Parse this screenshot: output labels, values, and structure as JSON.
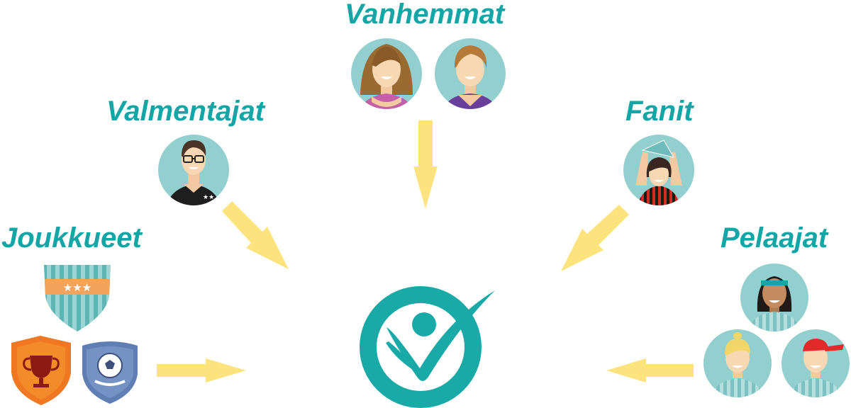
{
  "colors": {
    "label": "#14a6a6",
    "arrow": "#fde37e",
    "avatar_bg": "#93cfcf",
    "logo": "#19a9a6"
  },
  "groups": {
    "parents": {
      "label": "Vanhemmat"
    },
    "coaches": {
      "label": "Valmentajat"
    },
    "fans": {
      "label": "Fanit"
    },
    "teams": {
      "label": "Joukkueet"
    },
    "players": {
      "label": "Pelaajat"
    }
  },
  "icons": {
    "center": "app-logo-icon",
    "parents": [
      "mother-avatar-icon",
      "father-avatar-icon"
    ],
    "coaches": [
      "coach-avatar-icon"
    ],
    "fans": [
      "fan-avatar-icon"
    ],
    "teams": [
      "striped-shield-badge-icon",
      "trophy-shield-badge-icon",
      "football-shield-badge-icon"
    ],
    "players": [
      "player-headband-avatar-icon",
      "player-blonde-avatar-icon",
      "player-cap-avatar-icon"
    ]
  }
}
